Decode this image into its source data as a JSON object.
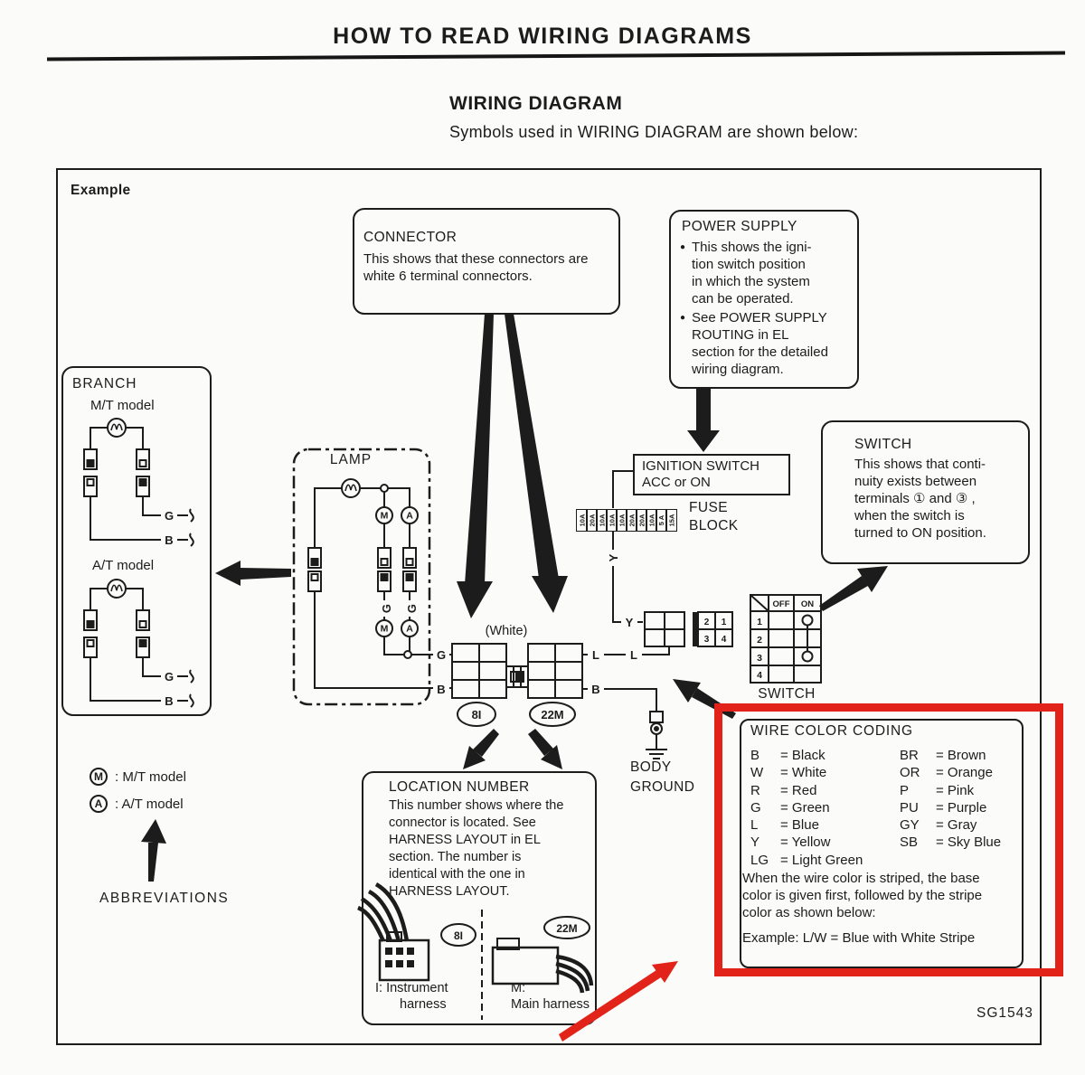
{
  "page": {
    "title": "HOW TO READ WIRING DIAGRAMS",
    "section_title": "WIRING DIAGRAM",
    "section_subtitle": "Symbols used in WIRING DIAGRAM are shown below:",
    "example_label": "Example",
    "figure_code": "SG1543"
  },
  "colors": {
    "ink": "#1c1c1c",
    "highlight": "#e2231a"
  },
  "connector_box": {
    "title": "CONNECTOR",
    "lines": [
      "This shows that these connectors are",
      "white 6 terminal connectors."
    ]
  },
  "power_supply_box": {
    "title": "POWER SUPPLY",
    "bullet": "●",
    "b1_lines": [
      "This shows the igni-",
      "tion switch position",
      "in which the system",
      "can be operated."
    ],
    "b2_lines": [
      "See POWER SUPPLY",
      "ROUTING in EL",
      "section for the detailed",
      "wiring diagram."
    ]
  },
  "switch_box": {
    "title": "SWITCH",
    "lines": [
      "This shows that conti-",
      "nuity exists between",
      "terminals ① and ③ ,",
      "when the switch is",
      "turned to ON position."
    ]
  },
  "branch": {
    "title": "BRANCH",
    "mt": "M/T model",
    "at": "A/T model"
  },
  "lamp": {
    "title": "LAMP",
    "white": "(White)"
  },
  "ignition": {
    "line1": "IGNITION SWITCH",
    "line2": "ACC or ON"
  },
  "fuse_block": {
    "label1": "FUSE",
    "label2": "BLOCK",
    "fuses": [
      "10A",
      "20A",
      "10A",
      "10A",
      "10A",
      "20A",
      "20A",
      "10A",
      "5 A",
      "15A"
    ]
  },
  "switch_table": {
    "off": "OFF",
    "on": "ON",
    "r1": "1",
    "r2": "2",
    "r3": "3",
    "r4": "4",
    "caption": "SWITCH"
  },
  "mini_conn": {
    "c1": "2",
    "c2": "1",
    "c3": "3",
    "c4": "4"
  },
  "tags": {
    "left": "8I",
    "right": "22M"
  },
  "wire_labels": {
    "g": "G",
    "b": "B",
    "l": "L",
    "y": "Y"
  },
  "ground": {
    "line1": "BODY",
    "line2": "GROUND"
  },
  "location_box": {
    "title": "LOCATION NUMBER",
    "lines": [
      "This number shows where the",
      "connector is located.  See",
      "HARNESS LAYOUT in EL",
      "section.  The number is",
      "identical with the one in",
      "HARNESS LAYOUT."
    ],
    "left_tag": "8I",
    "right_tag": "22M",
    "left_cap1": "I:  Instrument",
    "left_cap2": "harness",
    "right_cap1": "M:",
    "right_cap2": "Main harness"
  },
  "color_coding": {
    "title": "WIRE COLOR CODING",
    "left": [
      [
        "B",
        "= Black"
      ],
      [
        "W",
        "= White"
      ],
      [
        "R",
        "= Red"
      ],
      [
        "G",
        "= Green"
      ],
      [
        "L",
        "= Blue"
      ],
      [
        "Y",
        "= Yellow"
      ],
      [
        "LG",
        "= Light Green"
      ]
    ],
    "right": [
      [
        "BR",
        "= Brown"
      ],
      [
        "OR",
        "= Orange"
      ],
      [
        "P",
        "= Pink"
      ],
      [
        "PU",
        "= Purple"
      ],
      [
        "GY",
        "= Gray"
      ],
      [
        "SB",
        "= Sky Blue"
      ]
    ],
    "note": [
      "When the wire color is striped, the base",
      "color is given first, followed by the stripe",
      "color as shown below:"
    ],
    "example": "Example:  L/W = Blue with White Stripe"
  },
  "abbreviations": {
    "m": "M",
    "m_text": ":  M/T model",
    "a": "A",
    "a_text": ":  A/T model",
    "caption": "ABBREVIATIONS"
  }
}
